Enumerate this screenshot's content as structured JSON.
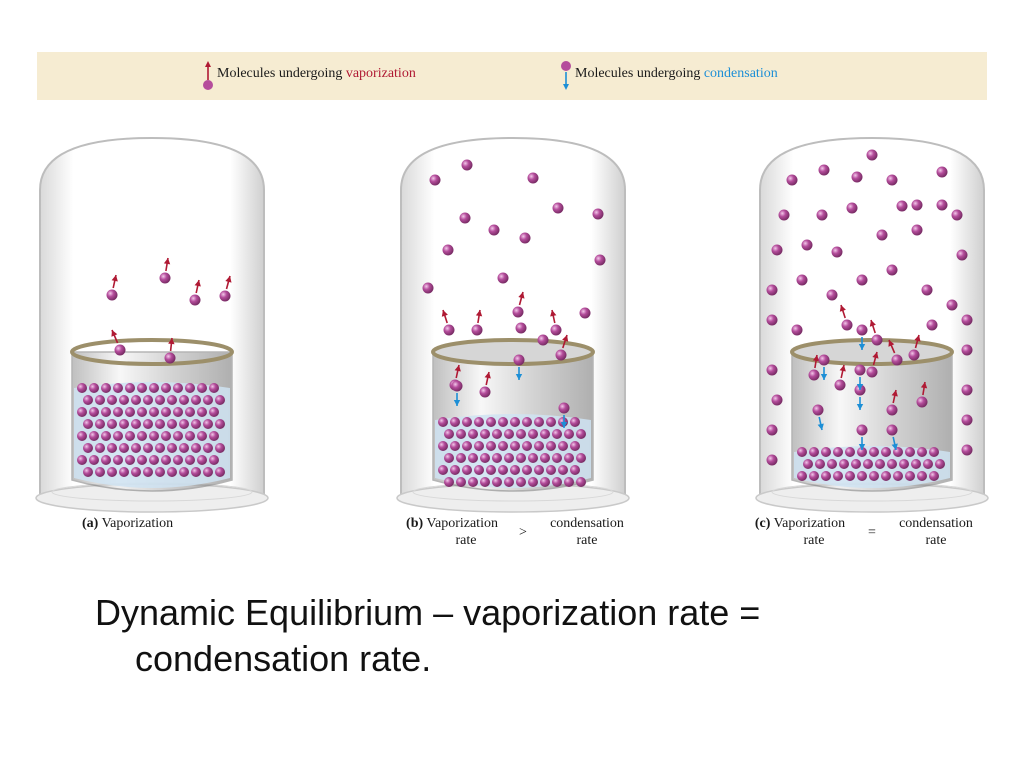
{
  "legend": {
    "vaporization_prefix": "Molecules undergoing ",
    "vaporization_word": "vaporization",
    "condensation_prefix": "Molecules undergoing ",
    "condensation_word": "condensation"
  },
  "panels": [
    {
      "letter": "(a)",
      "title": "Vaporization"
    },
    {
      "letter": "(b)",
      "left_top": "Vaporization",
      "left_bottom": "rate",
      "operator": ">",
      "right_top": "condensation",
      "right_bottom": "rate"
    },
    {
      "letter": "(c)",
      "left_top": "Vaporization",
      "left_bottom": "rate",
      "operator": "=",
      "right_top": "condensation",
      "right_bottom": "rate"
    }
  ],
  "main": {
    "term": "Dynamic Equilibrium",
    "definition_part1": " – vaporization rate =",
    "definition_part2": "condensation rate."
  },
  "colors": {
    "legend_bg": "#f6ecd2",
    "molecule": "#b54d9c",
    "vaporization_arrow": "#b01a34",
    "condensation_arrow": "#1d8fd6",
    "liquid": "#cfe3f2"
  }
}
